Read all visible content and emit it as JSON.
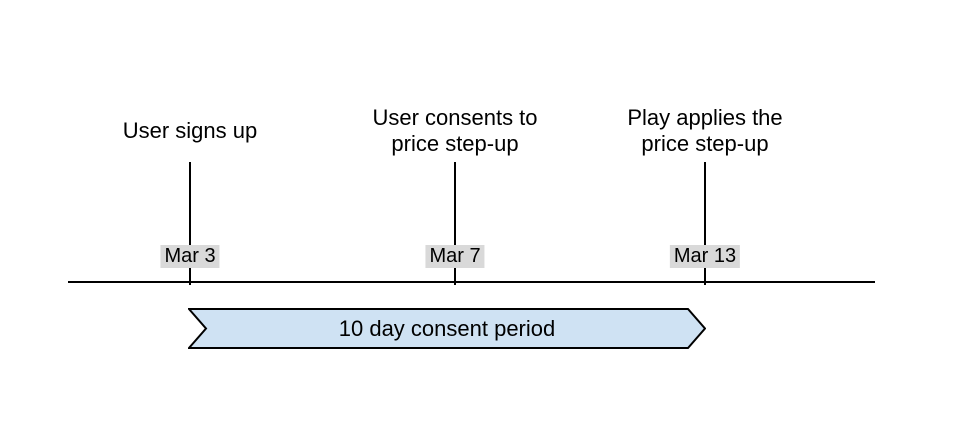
{
  "diagram": {
    "type": "timeline",
    "events": [
      {
        "label": "User signs up",
        "date": "Mar 3"
      },
      {
        "label": "User consents to\nprice step-up",
        "date": "Mar 7"
      },
      {
        "label": "Play applies the\nprice step-up",
        "date": "Mar 13"
      }
    ],
    "period": {
      "label": "10 day consent period"
    },
    "colors": {
      "banner_fill": "#cfe2f3",
      "banner_border": "#000000",
      "date_badge_bg": "#d9d9d9",
      "line": "#000000",
      "text": "#000000",
      "background": "#ffffff"
    }
  }
}
